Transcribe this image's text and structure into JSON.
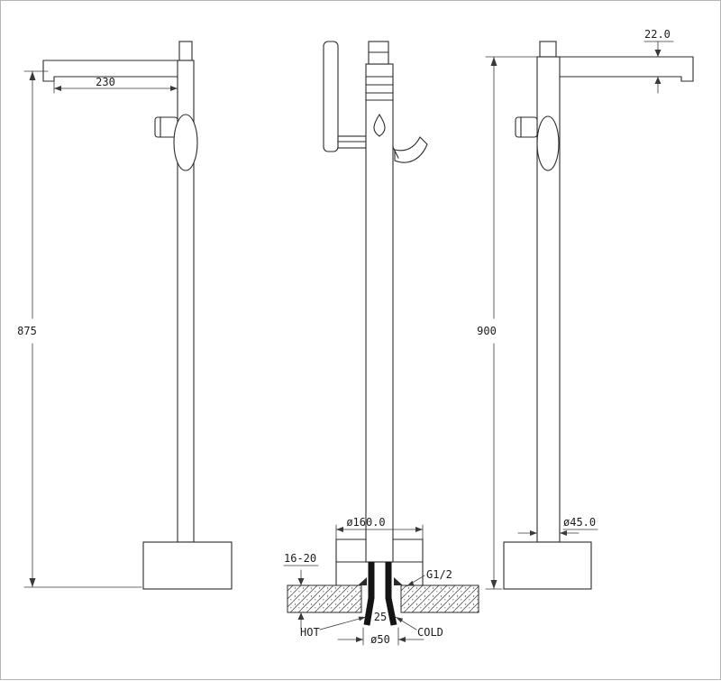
{
  "drawing": {
    "ink_color": "#2b2b2b",
    "views": {
      "left": {
        "spout_reach": "230",
        "overall_height": "875"
      },
      "front": {
        "base_diameter": "ø160.0",
        "floor_thickness": "16-20",
        "connection_thread": "G1/2",
        "hot_label": "HOT",
        "cold_label": "COLD",
        "inlet_spacing": "ø50",
        "inlet_offset": "25"
      },
      "right": {
        "spout_thickness": "22.0",
        "overall_height": "900",
        "column_diameter": "ø45.0"
      }
    }
  }
}
